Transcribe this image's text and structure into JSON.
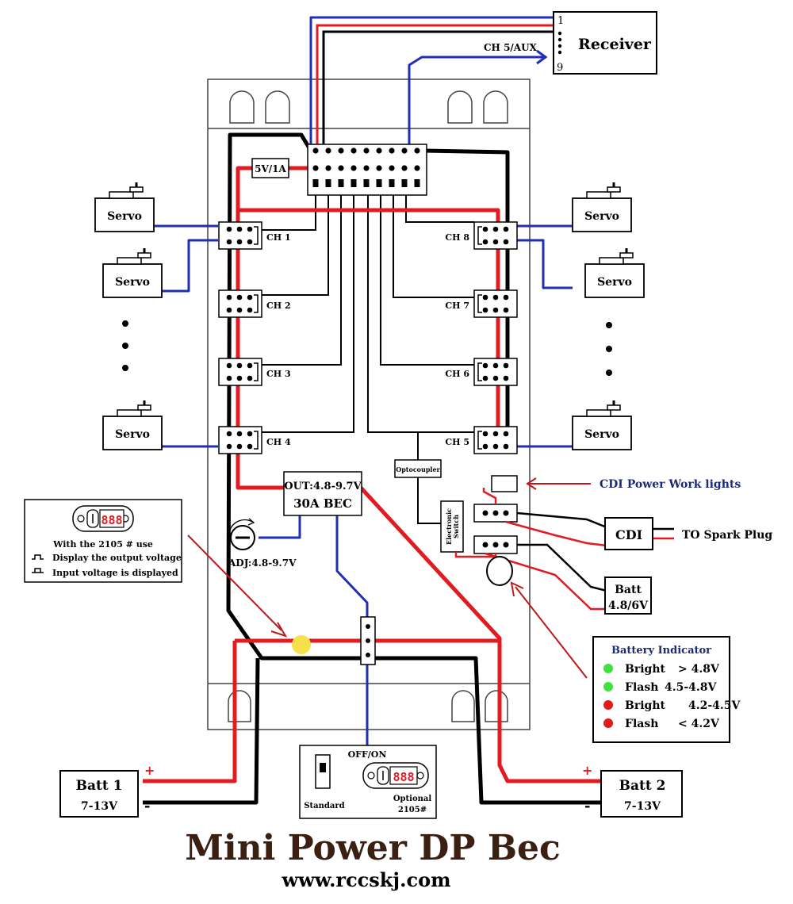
{
  "receiver": {
    "label": "Receiver",
    "pin_first": "1",
    "pin_last": "9",
    "aux_label": "CH 5/AUX"
  },
  "servos": {
    "label": "Servo"
  },
  "channels": {
    "left": [
      "CH 1",
      "CH 2",
      "CH 3",
      "CH 4"
    ],
    "right": [
      "CH 8",
      "CH 7",
      "CH 6",
      "CH 5"
    ]
  },
  "regulator": {
    "label": "5V/1A"
  },
  "bec": {
    "line1": "OUT:4.8-9.7V",
    "line2": "30A BEC"
  },
  "adjust": {
    "label": "ADJ:4.8-9.7V"
  },
  "optocoupler": {
    "label": "Optocoupler"
  },
  "electronic_switch": {
    "line1": "Electronic",
    "line2": "Switch"
  },
  "cdi": {
    "label": "CDI",
    "spark_label": "TO Spark Plug",
    "lights_label": "CDI Power Work lights"
  },
  "batt_ign": {
    "line1": "Batt",
    "line2": "4.8/6V"
  },
  "batt1": {
    "name": "Batt 1",
    "range": "7-13V",
    "plus": "+",
    "minus": "-"
  },
  "batt2": {
    "name": "Batt 2",
    "range": "7-13V",
    "plus": "+",
    "minus": "-"
  },
  "display_note": {
    "title": "With the 2105 # use",
    "line1": "Display the output voltage",
    "line2": "Input voltage is displayed"
  },
  "battery_indicator": {
    "title": "Battery Indicator",
    "rows": [
      {
        "mode": "Bright",
        "value": "> 4.8V",
        "color": "#3fe03f"
      },
      {
        "mode": "Flash",
        "value": "4.5-4.8V",
        "color": "#3fe03f"
      },
      {
        "mode": "Bright",
        "value": "4.2-4.5V",
        "color": "#e01b1b"
      },
      {
        "mode": "Flash",
        "value": "< 4.2V",
        "color": "#e01b1b"
      }
    ]
  },
  "switch_panel": {
    "offon": "OFF/ON",
    "standard": "Standard",
    "optional_line1": "Optional",
    "optional_line2": "2105#"
  },
  "footer": {
    "title": "Mini Power DP Bec",
    "url": "www.rccskj.com"
  },
  "colors": {
    "power_red": "#e11b22",
    "signal_blue": "#1f2fb5",
    "ground_black": "#000000",
    "note_navy": "#1b2a78",
    "footer_brown": "#3b1f10",
    "indicator_yellow": "#f7e14a"
  }
}
